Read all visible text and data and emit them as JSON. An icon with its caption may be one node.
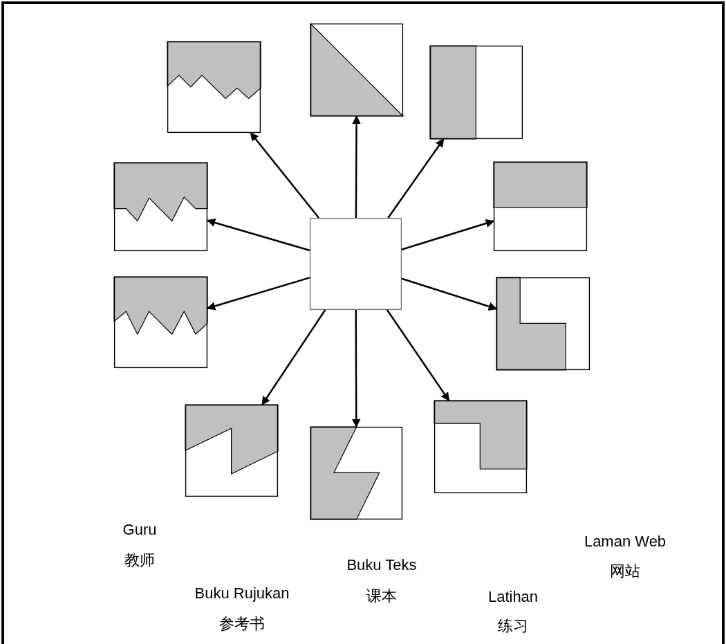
{
  "diagram": {
    "nodes": [
      {
        "text": [],
        "shape": "box"
      },
      {
        "text": [],
        "shape": "box"
      },
      {
        "text": [],
        "shape": "box"
      },
      {
        "text": [],
        "shape": "box"
      },
      {
        "text": [],
        "shape": "box"
      },
      {
        "text": [],
        "shape": "box"
      },
      {
        "text": [],
        "shape": "box"
      },
      {
        "text": [],
        "shape": "box"
      },
      {
        "text": [],
        "shape": "box"
      },
      {
        "text": [],
        "shape": "box"
      },
      {
        "text": [],
        "shape": "box"
      }
    ],
    "edges": [
      {
        "from": 0,
        "to": 1,
        "arrow": "to"
      },
      {
        "from": 0,
        "to": 2,
        "arrow": "to"
      },
      {
        "from": 0,
        "to": 3,
        "arrow": "to"
      },
      {
        "from": 0,
        "to": 4,
        "arrow": "to"
      },
      {
        "from": 0,
        "to": 5,
        "arrow": "to"
      },
      {
        "from": 0,
        "to": 6,
        "arrow": "to"
      },
      {
        "from": 0,
        "to": 7,
        "arrow": "to"
      },
      {
        "from": 0,
        "to": 8,
        "arrow": "to"
      },
      {
        "from": 0,
        "to": 9,
        "arrow": "to"
      },
      {
        "from": 0,
        "to": 10,
        "arrow": "to"
      }
    ],
    "labels": [
      "Guru",
      "教师",
      "Buku Rujukan",
      "参考书",
      "Buku Teks",
      "课本",
      "Latihan",
      "练习",
      "Laman Web",
      "网站"
    ]
  }
}
